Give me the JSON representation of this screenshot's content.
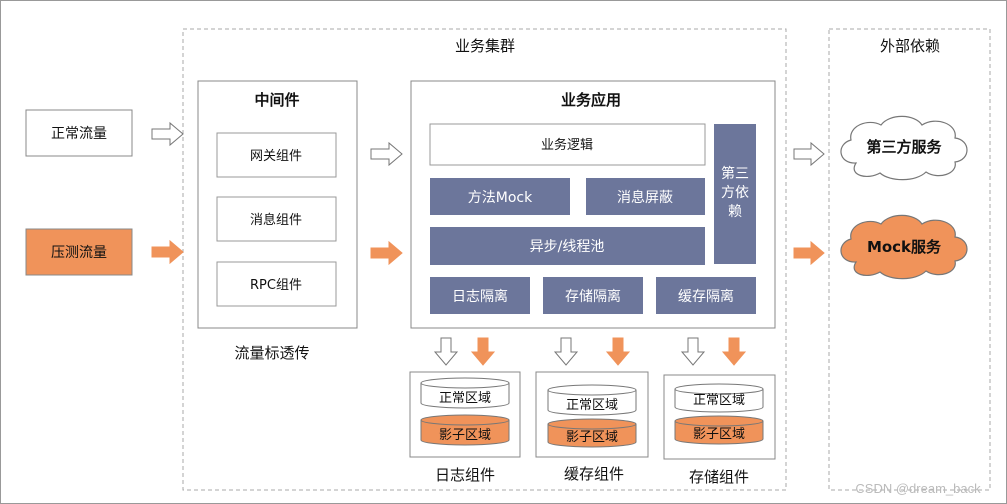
{
  "traffic": {
    "normal": "正常流量",
    "stress": "压测流量"
  },
  "business_cluster": {
    "title": "业务集群",
    "middleware": {
      "title": "中间件",
      "components": [
        "网关组件",
        "消息组件",
        "RPC组件"
      ],
      "caption": "流量标透传"
    },
    "application": {
      "title": "业务应用",
      "logic": "业务逻辑",
      "method_mock": "方法Mock",
      "message_shield": "消息屏蔽",
      "async_pool": "异步/线程池",
      "third_party_dep": [
        "第三",
        "方依",
        "赖"
      ],
      "isolation": [
        "日志隔离",
        "存储隔离",
        "缓存隔离"
      ]
    },
    "storage": [
      {
        "normal": "正常区域",
        "shadow": "影子区域",
        "caption": "日志组件"
      },
      {
        "normal": "正常区域",
        "shadow": "影子区域",
        "caption": "缓存组件"
      },
      {
        "normal": "正常区域",
        "shadow": "影子区域",
        "caption": "存储组件"
      }
    ]
  },
  "external": {
    "title": "外部依赖",
    "third_party_service": "第三方服务",
    "mock_service": "Mock服务"
  },
  "watermark": "CSDN @dream_back",
  "colors": {
    "orange": "#f0935a",
    "slate": "#6c769b",
    "border": "#888888",
    "dashed": "#aaaaaa"
  }
}
